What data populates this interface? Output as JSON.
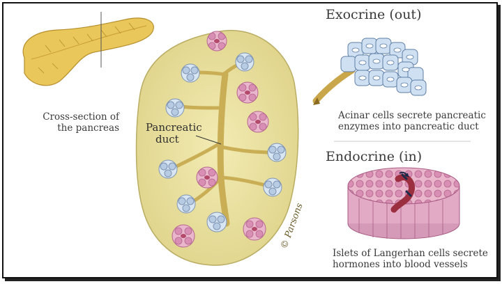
{
  "labels": {
    "cross_section": [
      "Cross-section of",
      "the pancreas"
    ],
    "duct": [
      "Pancreatic",
      "duct"
    ],
    "signature": "© Parsons"
  },
  "exocrine": {
    "title": "Exocrine (out)",
    "caption": [
      "Acinar cells secrete pancreatic",
      "enzymes into pancreatic duct"
    ]
  },
  "endocrine": {
    "title": "Endocrine (in)",
    "caption": [
      "Islets of Langerhan cells secrete",
      "hormones into blood vessels"
    ]
  },
  "colors": {
    "tissue": "#ece3a0",
    "pancreas": "#e9c75a",
    "acinar": "#bcd3ea",
    "islet": "#e7b5cb",
    "duct": "#cdb35a"
  }
}
